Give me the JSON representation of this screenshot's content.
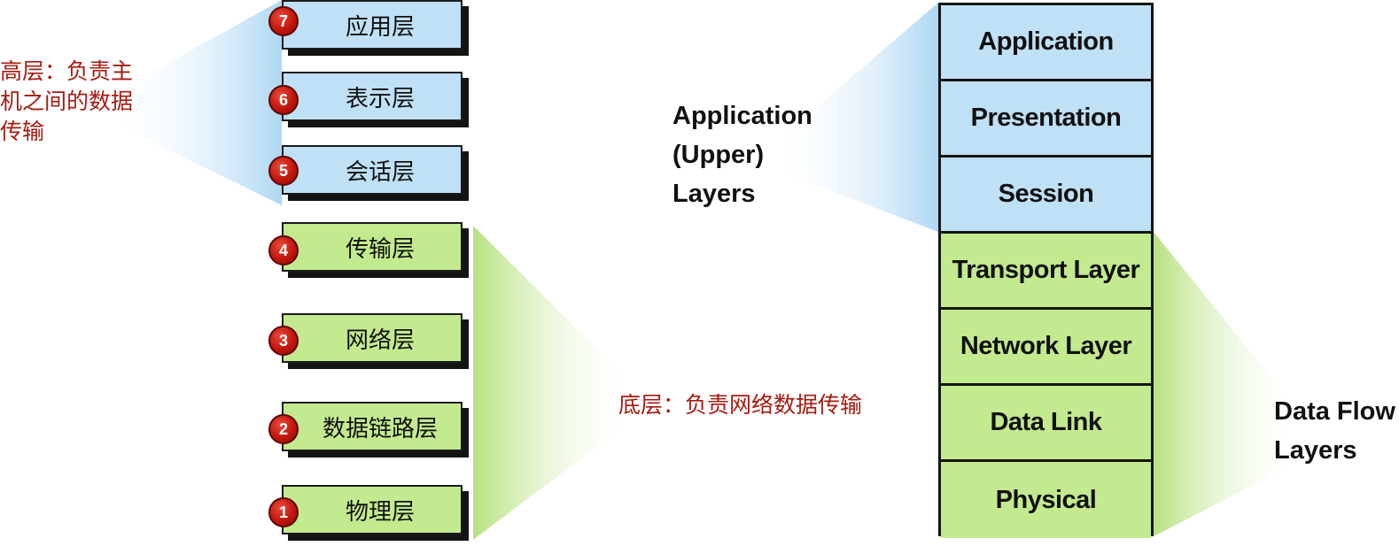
{
  "left_stack": {
    "layers": [
      {
        "number": "7",
        "label": "应用层",
        "group": "upper"
      },
      {
        "number": "6",
        "label": "表示层",
        "group": "upper"
      },
      {
        "number": "5",
        "label": "会话层",
        "group": "upper"
      },
      {
        "number": "4",
        "label": "传输层",
        "group": "lower"
      },
      {
        "number": "3",
        "label": "网络层",
        "group": "lower"
      },
      {
        "number": "2",
        "label": "数据链路层",
        "group": "lower"
      },
      {
        "number": "1",
        "label": "物理层",
        "group": "lower"
      }
    ],
    "upper_note_lines": [
      "高层：负责主",
      "机之间的数据",
      "传输"
    ],
    "lower_note": "底层：负责网络数据传输"
  },
  "right_stack": {
    "layers": [
      {
        "label": "Application",
        "group": "upper"
      },
      {
        "label": "Presentation",
        "group": "upper"
      },
      {
        "label": "Session",
        "group": "upper"
      },
      {
        "label": "Transport Layer",
        "group": "lower"
      },
      {
        "label": "Network Layer",
        "group": "lower"
      },
      {
        "label": "Data Link",
        "group": "lower"
      },
      {
        "label": "Physical",
        "group": "lower"
      }
    ],
    "upper_group_label_lines": [
      "Application",
      "(Upper)",
      "Layers"
    ],
    "lower_group_label_lines": [
      "Data Flow",
      "Layers"
    ]
  },
  "colors": {
    "upper_fill": "#bfe0f5",
    "lower_fill": "#c3ea8f",
    "badge": "#c1160c",
    "note_text": "#a51b10"
  }
}
